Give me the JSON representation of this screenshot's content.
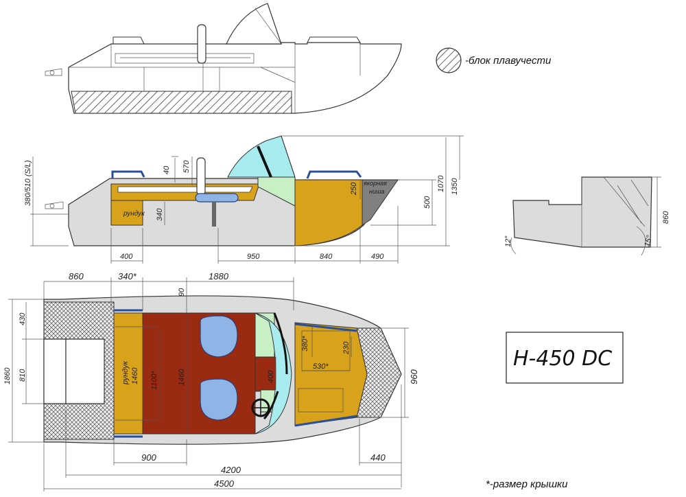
{
  "legend": {
    "text": "-блок плавучести"
  },
  "title_box": {
    "model": "Н-450 DC"
  },
  "footnote": {
    "text": "*-размер крышки"
  },
  "side_view": {
    "labels": {
      "locker": "рундук",
      "anchor_line1": "якорная",
      "anchor_line2": "ниша"
    },
    "vertical_dims": [
      "380/510 (S/L)",
      "40",
      "570",
      "340",
      "250",
      "500",
      "1070",
      "1350"
    ],
    "bottom_dims": [
      "400",
      "950",
      "840",
      "490"
    ]
  },
  "transom_view": {
    "dims": [
      "860",
      "12°",
      "15°"
    ]
  },
  "plan_view": {
    "top_dims": [
      "860",
      "340*",
      "1880",
      "90"
    ],
    "left_dims": [
      "430",
      "810",
      "1860"
    ],
    "inner_dims": [
      "рундук",
      "1460",
      "1100*",
      "1460",
      "400",
      "380*",
      "530*",
      "230"
    ],
    "right_dims": [
      "960"
    ],
    "bottom_dims": [
      "900",
      "440",
      "4200",
      "4500"
    ]
  },
  "colors": {
    "hull": "#dcdcdc",
    "locker": "#d8a21a",
    "cockpit_floor": "#9b2a12",
    "console": "#c9efc6",
    "windshield": "#a8ecf0",
    "seats": "#8fb4e6",
    "rails": "#2a4f9a",
    "anchor_niche": "#808080"
  }
}
